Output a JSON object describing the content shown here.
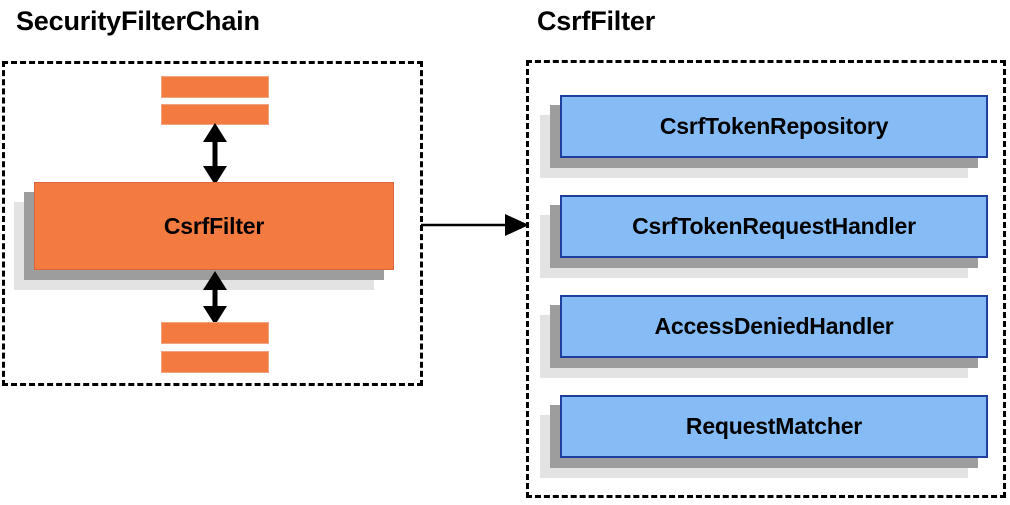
{
  "diagram": {
    "type": "component-relationship-diagram",
    "background": "#ffffff",
    "panels": [
      {
        "id": "security-filter-chain",
        "title": "SecurityFilterChain",
        "border_style": "dashed",
        "border_color": "#000000",
        "nodes": [
          {
            "id": "filter-slot-top-1",
            "label": "",
            "color": "#f47b3f",
            "kind": "bar"
          },
          {
            "id": "filter-slot-top-2",
            "label": "",
            "color": "#f47b3f",
            "kind": "bar"
          },
          {
            "id": "csrf-filter",
            "label": "CsrfFilter",
            "color": "#f47b3f",
            "kind": "card"
          },
          {
            "id": "filter-slot-bottom-1",
            "label": "",
            "color": "#f47b3f",
            "kind": "bar"
          },
          {
            "id": "filter-slot-bottom-2",
            "label": "",
            "color": "#f47b3f",
            "kind": "bar"
          }
        ],
        "connectors": [
          {
            "id": "chain-link-above",
            "kind": "double-headed-vertical-arrow",
            "color": "#000000"
          },
          {
            "id": "chain-link-below",
            "kind": "double-headed-vertical-arrow",
            "color": "#000000"
          }
        ]
      },
      {
        "id": "csrf-filter-detail",
        "title": "CsrfFilter",
        "border_style": "dashed",
        "border_color": "#000000",
        "nodes": [
          {
            "id": "csrf-token-repository",
            "label": "CsrfTokenRepository",
            "color": "#85bcf6",
            "kind": "card"
          },
          {
            "id": "csrf-token-request-handler",
            "label": "CsrfTokenRequestHandler",
            "color": "#85bcf6",
            "kind": "card"
          },
          {
            "id": "access-denied-handler",
            "label": "AccessDeniedHandler",
            "color": "#85bcf6",
            "kind": "card"
          },
          {
            "id": "request-matcher",
            "label": "RequestMatcher",
            "color": "#85bcf6",
            "kind": "card"
          }
        ]
      }
    ],
    "cross_panel_connector": {
      "id": "expand-arrow",
      "kind": "single-headed-horizontal-arrow",
      "from": "security-filter-chain",
      "to": "csrf-filter-detail",
      "color": "#000000"
    },
    "colors": {
      "orange_fill": "#f47b3f",
      "orange_border": "#d9663a",
      "blue_fill": "#85bcf6",
      "blue_border": "#1f3e9e",
      "shadow_dark": "#9d9d9d",
      "shadow_light": "#e3e3e3",
      "text": "#000000"
    }
  }
}
